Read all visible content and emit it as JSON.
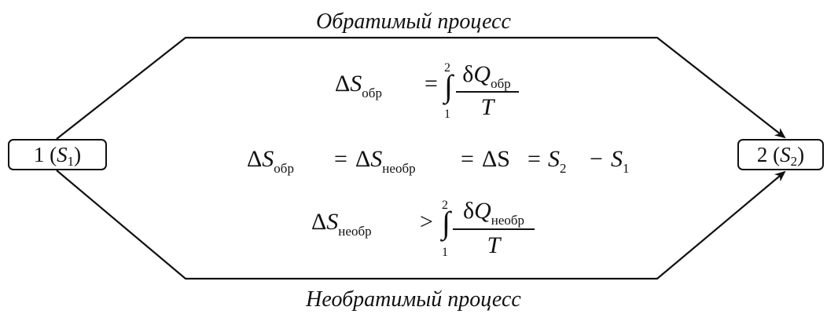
{
  "captions": {
    "top": "Обратимый процесс",
    "bottom": "Необратимый процесс"
  },
  "states": {
    "left": {
      "label": "1",
      "symbol": "S",
      "index": "1"
    },
    "right": {
      "label": "2",
      "symbol": "S",
      "index": "2"
    }
  },
  "formulas": {
    "reversible": {
      "lhs_delta": "Δ",
      "lhs_var": "S",
      "lhs_sub": "обр",
      "operator": "=",
      "upper_limit": "2",
      "lower_limit": "1",
      "num_delta": "δ",
      "num_var": "Q",
      "num_sub": "обр",
      "den": "T"
    },
    "equality": {
      "t1_delta": "Δ",
      "t1_var": "S",
      "t1_sub": "обр",
      "eq1": "=",
      "t2_delta": "Δ",
      "t2_var": "S",
      "t2_sub": "необр",
      "eq2": "=",
      "t3": "ΔS",
      "eq3": "=",
      "t4_var": "S",
      "t4_sub": "2",
      "minus": "−",
      "t5_var": "S",
      "t5_sub": "1"
    },
    "irreversible": {
      "lhs_delta": "Δ",
      "lhs_var": "S",
      "lhs_sub": "необр",
      "operator": ">",
      "upper_limit": "2",
      "lower_limit": "1",
      "num_delta": "δ",
      "num_var": "Q",
      "num_sub": "необр",
      "den": "T"
    }
  },
  "colors": {
    "ink": "#111111",
    "background": "#ffffff"
  }
}
